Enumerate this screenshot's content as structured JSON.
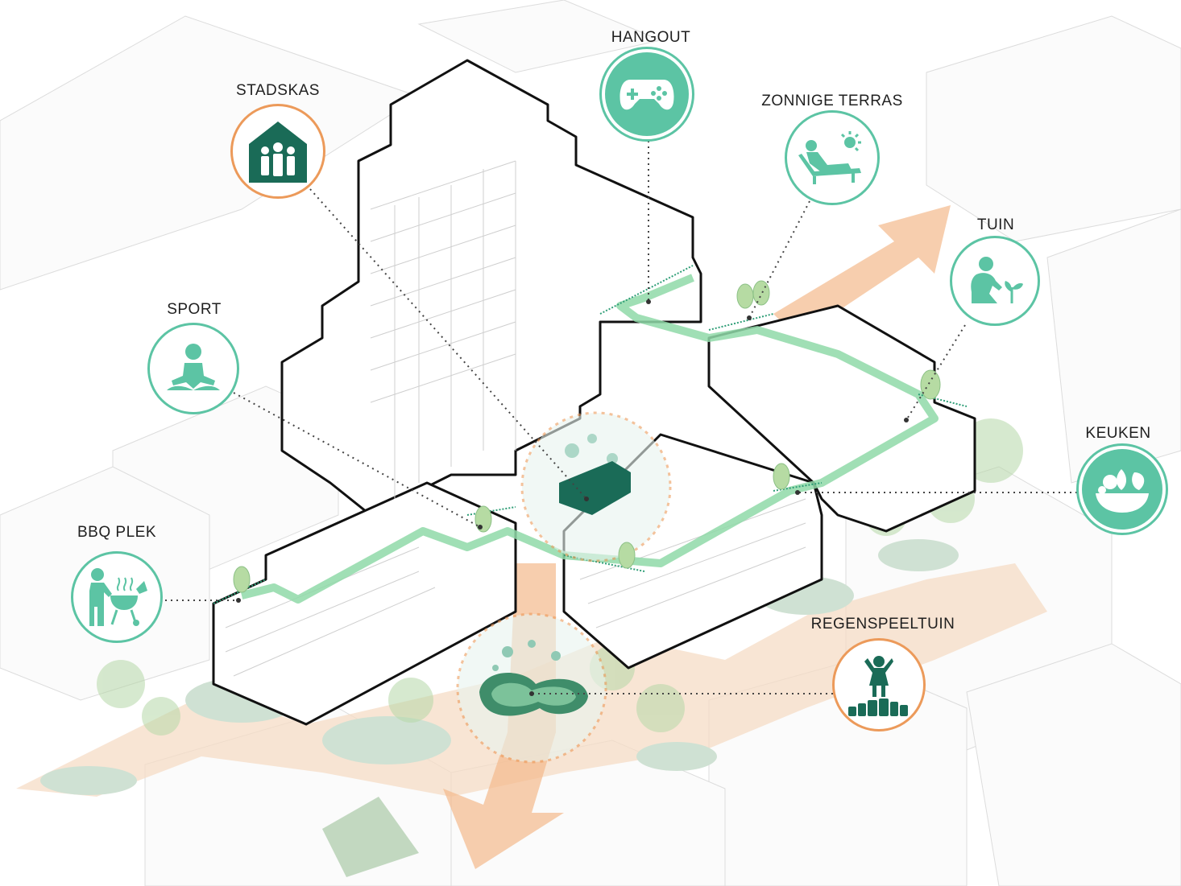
{
  "colors": {
    "accent_teal": "#5cc4a4",
    "accent_dark_green": "#1a6b57",
    "accent_orange": "#ec9a5a",
    "path_green": "#8fd9a8",
    "ground_peach": "#f6dcc6"
  },
  "amenities": [
    {
      "id": "hangout",
      "label": "HANGOUT",
      "icon": "gamepad-icon",
      "ring": "teal"
    },
    {
      "id": "stadskas",
      "label": "STADSKAS",
      "icon": "greenhouse-people-icon",
      "ring": "orange"
    },
    {
      "id": "zonnige-terras",
      "label": "ZONNIGE TERRAS",
      "icon": "sun-lounger-icon",
      "ring": "teal"
    },
    {
      "id": "tuin",
      "label": "TUIN",
      "icon": "gardener-icon",
      "ring": "teal"
    },
    {
      "id": "sport",
      "label": "SPORT",
      "icon": "yoga-icon",
      "ring": "teal"
    },
    {
      "id": "keuken",
      "label": "KEUKEN",
      "icon": "salad-bowl-icon",
      "ring": "teal"
    },
    {
      "id": "bbq-plek",
      "label": "BBQ PLEK",
      "icon": "bbq-grill-icon",
      "ring": "teal"
    },
    {
      "id": "regenspeeltuin",
      "label": "REGENSPEELTUIN",
      "icon": "child-playground-icon",
      "ring": "orange"
    }
  ]
}
